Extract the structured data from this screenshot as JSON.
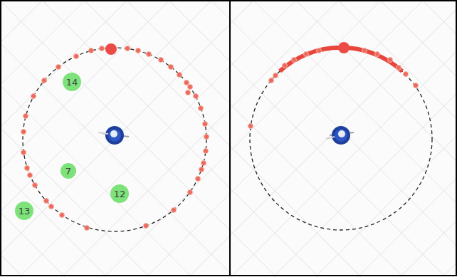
{
  "diagram": {
    "nodes": [
      {
        "text": [
          "14"
        ]
      },
      {
        "text": [
          "7"
        ]
      },
      {
        "text": [
          "12"
        ]
      },
      {
        "text": [
          "13"
        ]
      }
    ]
  }
}
